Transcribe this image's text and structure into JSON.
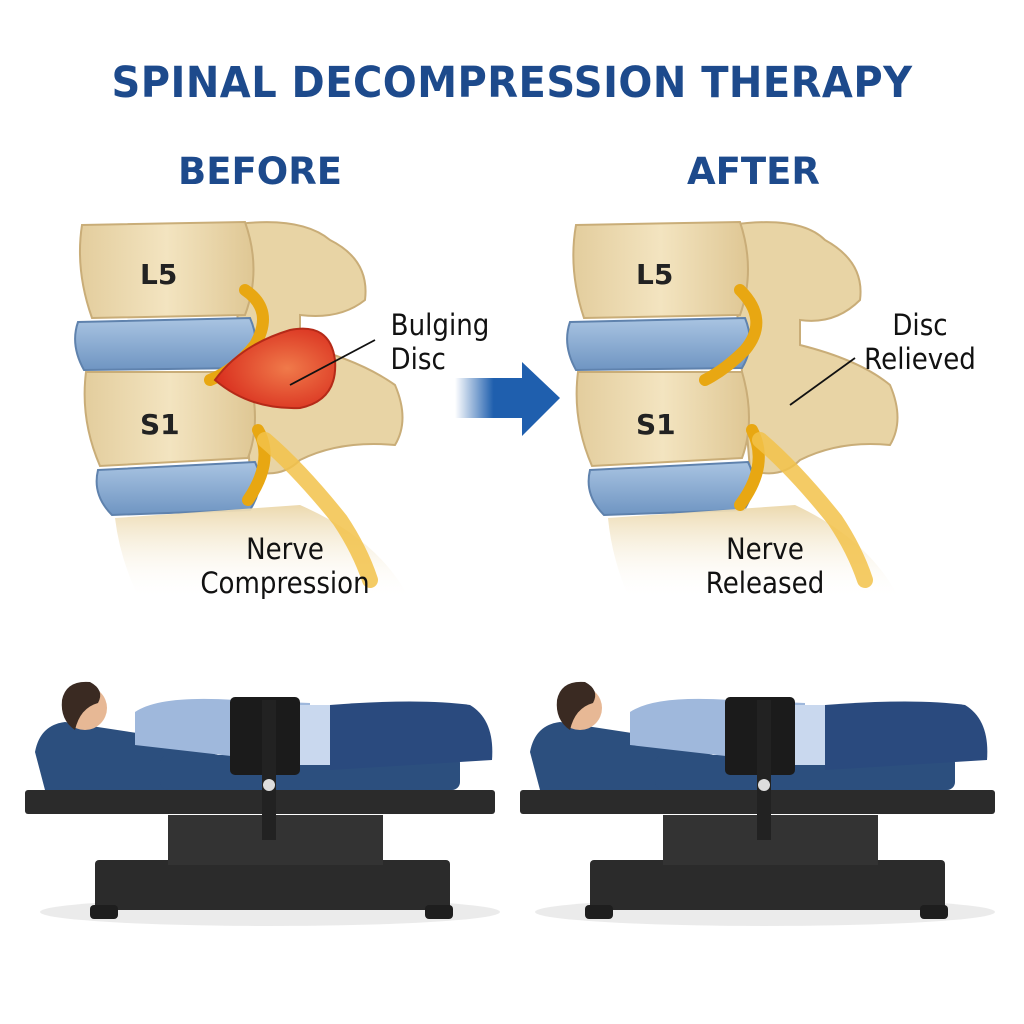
{
  "header": {
    "title": "SPINAL DECOMPRESSION THERAPY"
  },
  "before": {
    "heading": "BEFORE",
    "vertebra_upper": "L5",
    "vertebra_lower": "S1",
    "disc_label_line1": "Bulging",
    "disc_label_line2": "Disc",
    "nerve_label_line1": "Nerve",
    "nerve_label_line2": "Compression"
  },
  "after": {
    "heading": "AFTER",
    "vertebra_upper": "L5",
    "vertebra_lower": "S1",
    "disc_label_line1": "Disc",
    "disc_label_line2": "Relieved",
    "nerve_label_line1": "Nerve",
    "nerve_label_line2": "Released"
  },
  "arrow": {
    "icon": "right-arrow-icon",
    "color": "#1f5fae"
  },
  "colors": {
    "title": "#1d4a8c",
    "bone": "#ecd9ae",
    "disc": "#8fb1d6",
    "nerve": "#f0b41c",
    "bulge": "#e2432a",
    "table_pad": "#2c4f7e",
    "table_frame": "#2b2b2b"
  }
}
